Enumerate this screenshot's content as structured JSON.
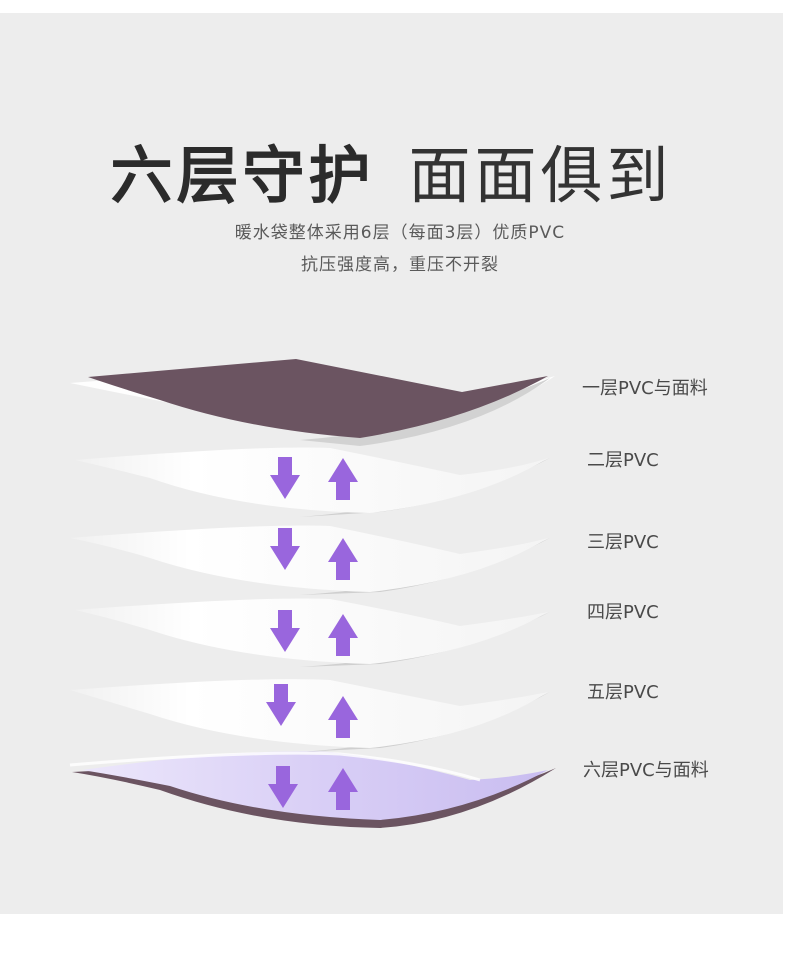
{
  "headline": {
    "part1": "六层守护",
    "part2": "面面俱到"
  },
  "subtitle": {
    "line1": "暖水袋整体采用6层（每面3层）优质PVC",
    "line2": "抗压强度高，重压不开裂"
  },
  "layers": [
    {
      "label": "一层PVC与面料"
    },
    {
      "label": "二层PVC"
    },
    {
      "label": "三层PVC"
    },
    {
      "label": "四层PVC"
    },
    {
      "label": "五层PVC"
    },
    {
      "label": "六层PVC与面料"
    }
  ],
  "colors": {
    "fabric": "#6b5461",
    "arrow": "#9966dd",
    "sheet": "#fafafa",
    "sheet_shadow": "#cfcfcf",
    "inner_fill": "#dcd4f5"
  },
  "icons": {
    "down": "arrow-down-icon",
    "up": "arrow-up-icon"
  }
}
